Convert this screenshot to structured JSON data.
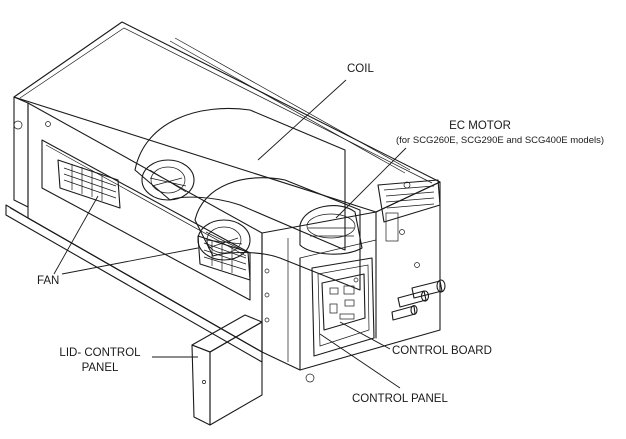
{
  "labels": {
    "coil": "COIL",
    "ec_motor": "EC MOTOR",
    "ec_motor_note": "(for SCG260E, SCG290E and SCG400E models)",
    "fan": "FAN",
    "lid_control_panel_line1": "LID- CONTROL",
    "lid_control_panel_line2": "PANEL",
    "control_board": "CONTROL BOARD",
    "control_panel": "CONTROL PANEL"
  }
}
